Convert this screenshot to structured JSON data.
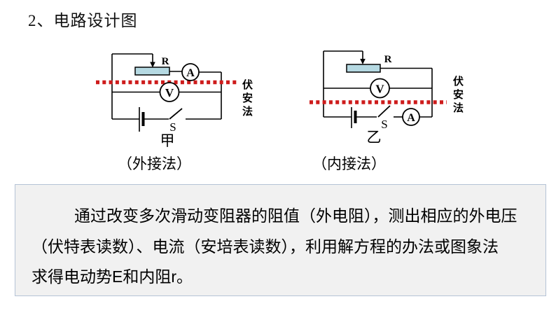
{
  "page": {
    "title": "2、电路设计图"
  },
  "colors": {
    "cut_line": "#ce1c1c",
    "resistor_fill": "#b5d9e2",
    "wire": "#000000",
    "note_background": "#f1f1f1",
    "note_border": "#b5c3d6"
  },
  "circuit_left": {
    "name_label": "甲",
    "caption": "（外接法）",
    "resistor_label": "R",
    "ammeter_label": "A",
    "voltmeter_label": "V",
    "switch_label": "S",
    "method_label": "伏安法"
  },
  "circuit_right": {
    "name_label": "乙",
    "caption": "（内接法）",
    "resistor_label": "R",
    "ammeter_label": "A",
    "voltmeter_label": "V",
    "switch_label": "S",
    "method_label": "伏安法"
  },
  "note": {
    "line1": "通过改变多次滑动变阻器的阻值（外电阻），测出相应的外电压",
    "line2": "（伏特表读数）、电流（安培表读数），利用解方程的办法或图象法",
    "line3": "求得电动势E和内阻r。"
  }
}
